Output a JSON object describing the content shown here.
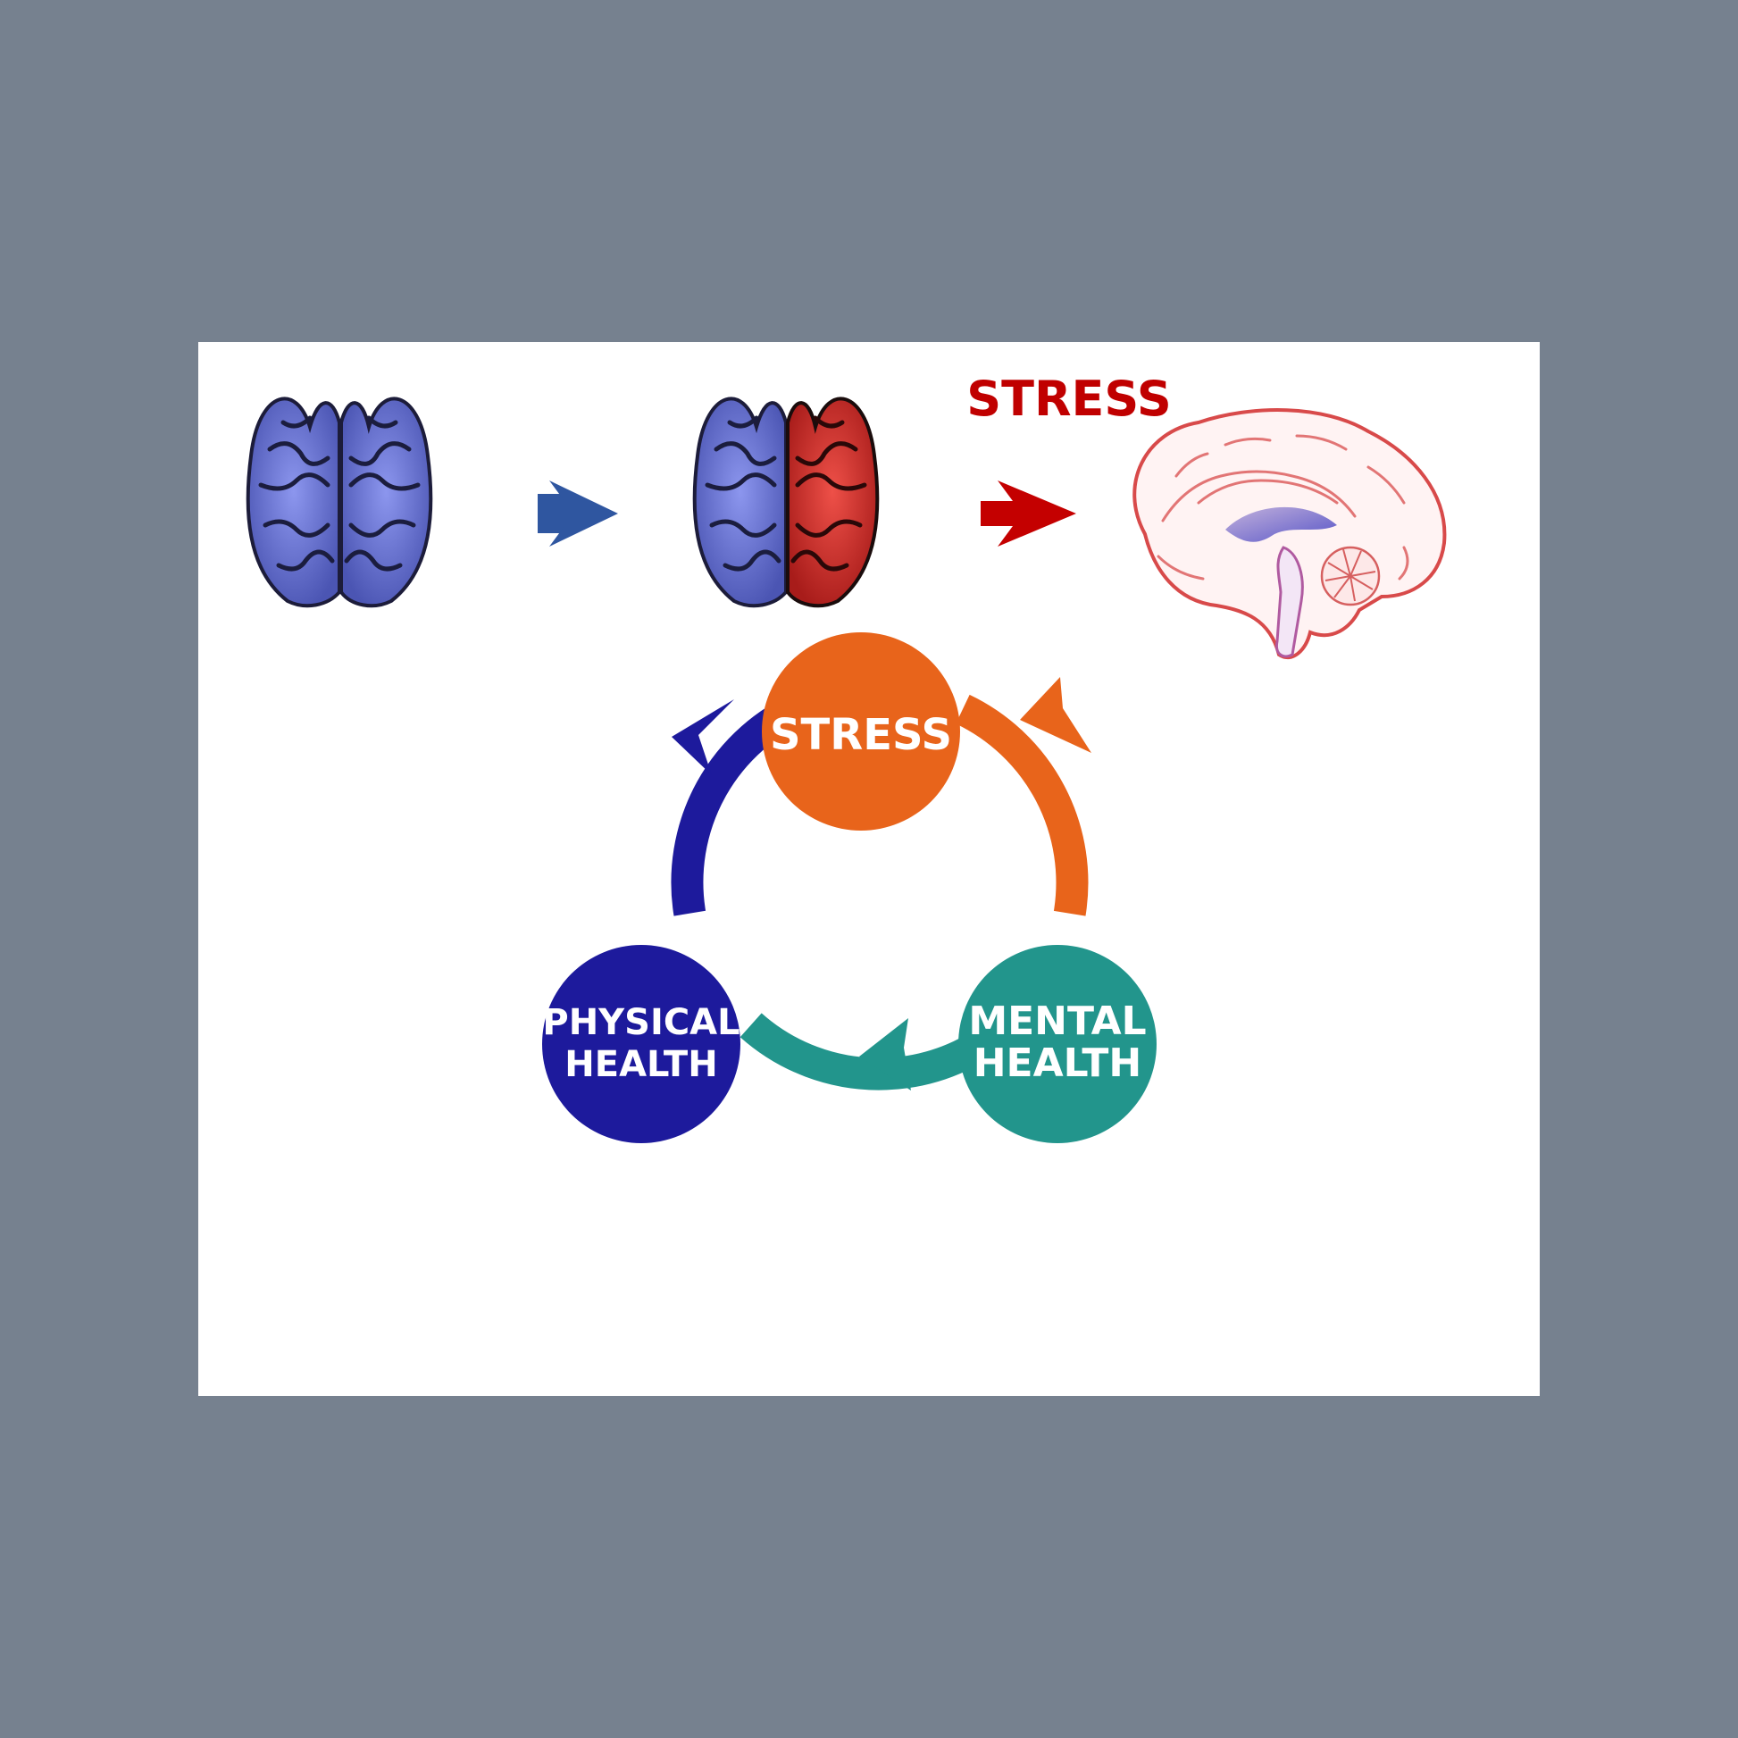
{
  "top_sequence": {
    "stress_label": "STRESS"
  },
  "cycle": {
    "nodes": [
      {
        "lines": [
          "STRESS"
        ]
      },
      {
        "lines": [
          "MENTAL",
          "HEALTH"
        ]
      },
      {
        "lines": [
          "PHYSICAL",
          "HEALTH"
        ]
      }
    ]
  },
  "colors": {
    "background": "#76818f",
    "card": "#ffffff",
    "brain_blue": "#6f78d6",
    "brain_red": "#d9332f",
    "arrow_blue": "#2f56a0",
    "arrow_red": "#c40000",
    "stress_orange": "#e8641b",
    "mental_teal": "#22958c",
    "physical_navy": "#1d1a9c"
  }
}
